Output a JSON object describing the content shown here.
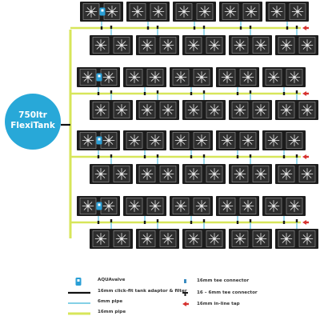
{
  "tank": {
    "line1": "750ltr",
    "line2": "FlexiTank"
  },
  "legend": {
    "aquavalve": "AQUAvalve",
    "tank_adaptor": "16mm click-fit tank adaptor & filter",
    "pipe_6mm": "6mm pipe",
    "pipe_16mm": "16mm pipe",
    "tee_16mm": "16mm tee connector",
    "tee_16_6mm": "16 – 6mm tee connector",
    "inline_tap": "16mm in-line tap"
  },
  "colors": {
    "tank": "#28a8d8",
    "pipe_16mm": "#d7e65a",
    "pipe_6mm": "#3ab4d8",
    "tray": "#1c1c1c",
    "tap": "#d6322f",
    "aquavalve": "#2a9fd6"
  },
  "icons": {
    "pot": "fan-pot-icon",
    "aquavalve": "aquavalve-icon",
    "tap": "inline-tap-icon",
    "tee": "tee-connector-icon"
  },
  "rows": [
    {
      "groups": 5,
      "valve": true,
      "tap": false
    },
    {
      "groups": 5,
      "valve": false,
      "tap": true
    },
    {
      "groups": 5,
      "valve": true,
      "tap": false
    },
    {
      "groups": 5,
      "valve": false,
      "tap": true
    },
    {
      "groups": 5,
      "valve": true,
      "tap": false
    },
    {
      "groups": 5,
      "valve": false,
      "tap": true
    },
    {
      "groups": 5,
      "valve": true,
      "tap": false
    },
    {
      "groups": 5,
      "valve": false,
      "tap": true
    }
  ]
}
